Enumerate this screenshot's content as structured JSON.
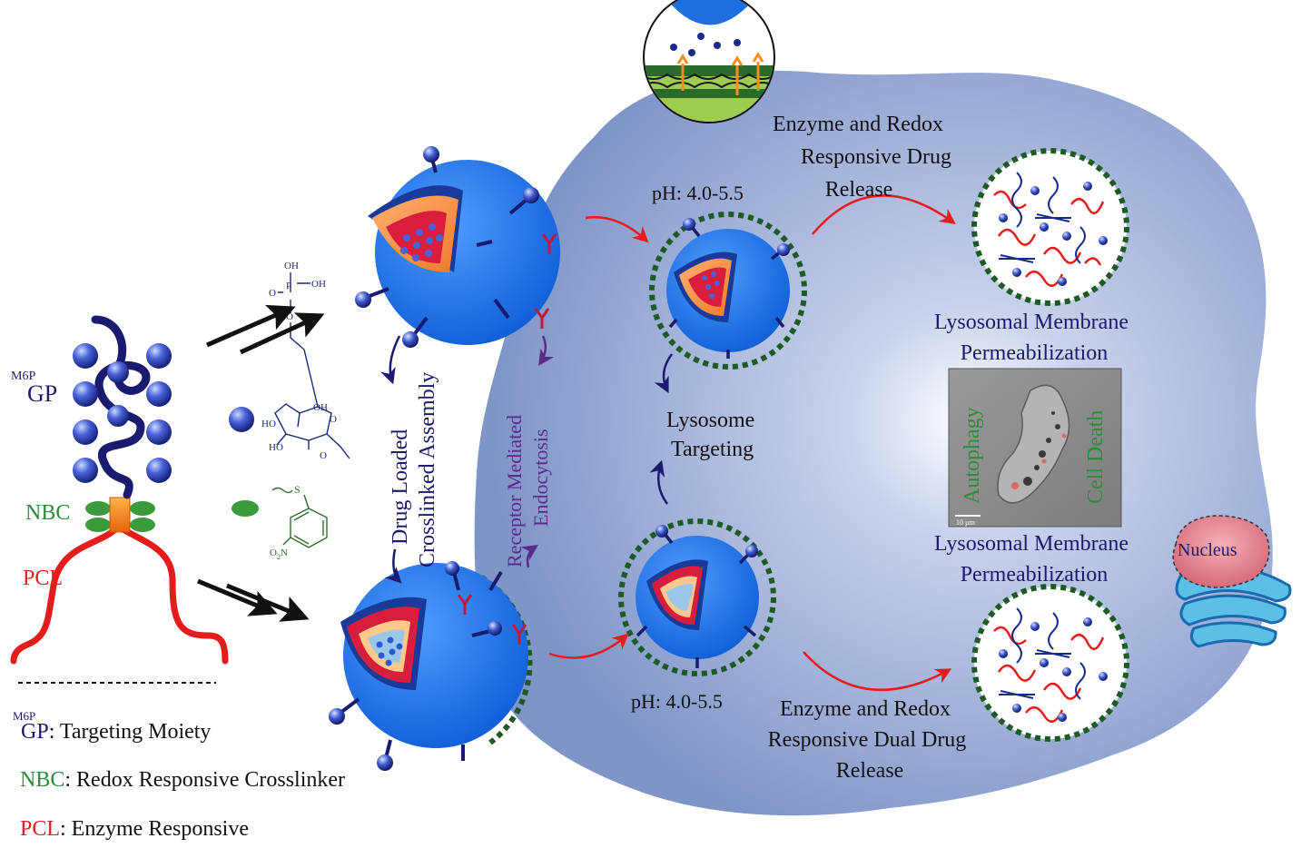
{
  "colors": {
    "cell": "#7f95c8",
    "nanoparticle": "#1e6fe0",
    "drug_core": "#d81e3c",
    "lysosome_membrane": "#1e5a24",
    "arrow_red": "#e51c1c",
    "arrow_navy": "#1a1a6e",
    "label_navy": "#1a1a6e",
    "label_green": "#2e8b3a",
    "label_red": "#e02020",
    "label_purple": "#5a2a8a"
  },
  "left_polymer": {
    "m6p_sup": "M6P",
    "gp": "GP",
    "nbc": "NBC",
    "pcl": "PCL"
  },
  "chemistry": {
    "phosphate_oh_top": "OH",
    "phosphate_p": "P",
    "phosphate_oh_right": "OH",
    "phosphate_o_double": "O",
    "phosphate_o": "O",
    "sugar_oh_1": "OH",
    "sugar_ho_1": "HO",
    "sugar_ho_2": "HO",
    "sugar_o_ring": "O",
    "sugar_o_link": "O",
    "nbc_s": "S",
    "nbc_no2_n": "N",
    "nbc_no2_o": "O",
    "nbc_no2_sub": "2"
  },
  "legend": [
    {
      "sup": "M6P",
      "key": "GP",
      "text": ": Targeting Moiety",
      "color": "navy"
    },
    {
      "sup": "",
      "key": "NBC",
      "text": ": Redox Responsive Crosslinker",
      "color": "green"
    },
    {
      "sup": "",
      "key": "PCL",
      "text": ": Enzyme Responsive",
      "color": "red"
    }
  ],
  "labels": {
    "drug_loaded_1": "Drug Loaded",
    "drug_loaded_2": "Crosslinked Assembly",
    "receptor_1": "Receptor Mediated",
    "receptor_2": "Endocytosis",
    "ph_top": "pH: 4.0-5.5",
    "ph_bottom": "pH: 4.0-5.5",
    "lyso_targeting_1": "Lysosome",
    "lyso_targeting_2": "Targeting",
    "release_top_1": "Enzyme and Redox",
    "release_top_2": "Responsive Drug",
    "release_top_3": "Release",
    "release_bottom_1": "Enzyme and Redox",
    "release_bottom_2": "Responsive Dual Drug",
    "release_bottom_3": "Release",
    "lmp_top_1": "Lysosomal Membrane",
    "lmp_top_2": "Permeabilization",
    "lmp_bottom_1": "Lysosomal Membrane",
    "lmp_bottom_2": "Permeabilization",
    "autophagy": "Autophagy",
    "cell_death": "Cell Death",
    "scale_bar": "10 µm",
    "nucleus": "Nucleus"
  }
}
